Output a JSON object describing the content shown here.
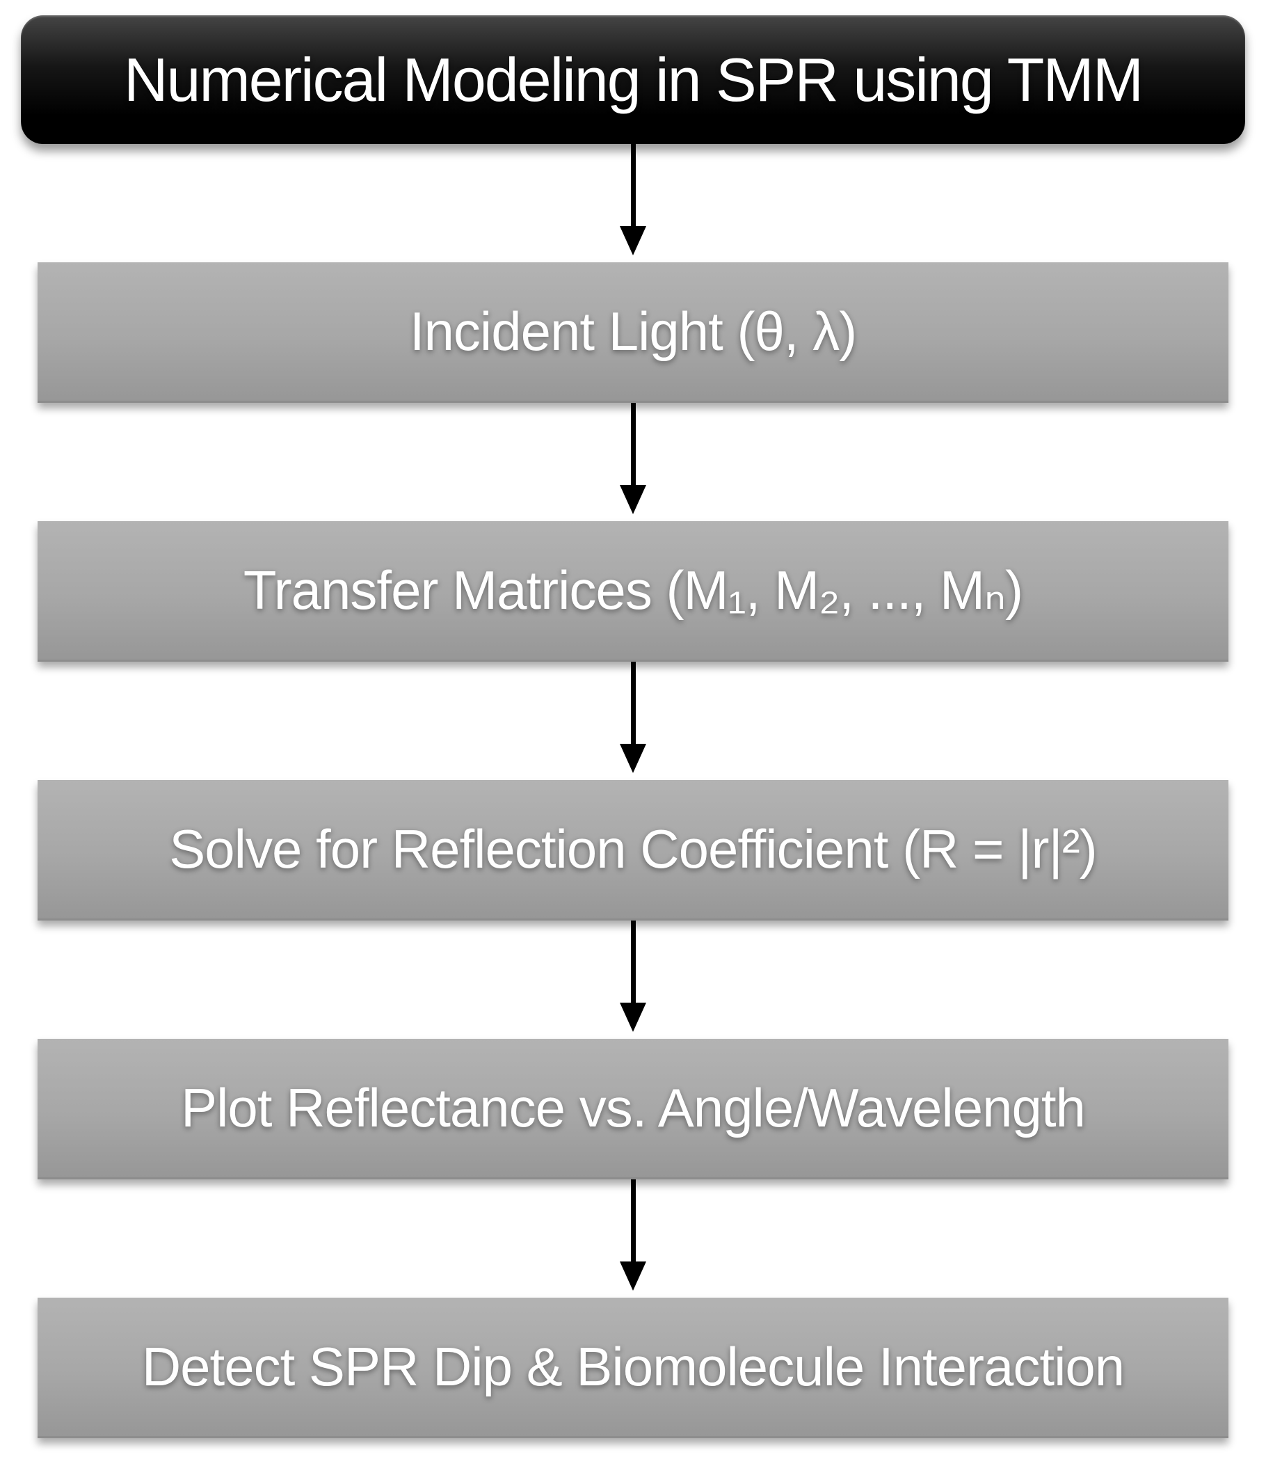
{
  "diagram": {
    "title": {
      "label": "Numerical Modeling in SPR using TMM"
    },
    "steps": [
      {
        "label": "Incident Light (θ, λ)"
      },
      {
        "label": "Transfer Matrices (M₁, M₂, ..., Mₙ)"
      },
      {
        "label": "Solve for Reflection Coefficient (R = |r|²)"
      },
      {
        "label": "Plot Reflectance vs. Angle/Wavelength"
      },
      {
        "label": "Detect SPR Dip & Biomolecule Interaction"
      }
    ],
    "colors": {
      "background": "#ffffff",
      "title_box_bg": "#000000",
      "title_text": "#ffffff",
      "step_box_bg": "#a7a7a7",
      "step_text": "#ffffff",
      "arrow": "#000000"
    }
  }
}
